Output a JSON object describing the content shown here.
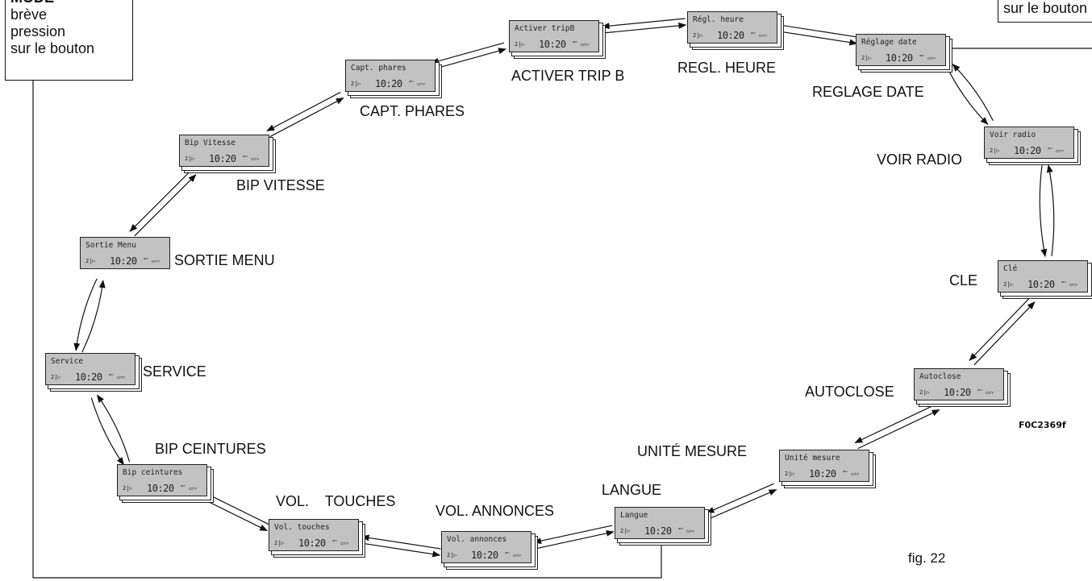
{
  "mode_box": {
    "heading": "MODE",
    "lines": [
      "brève",
      "pression",
      "sur le bouton"
    ]
  },
  "mode_box_right": {
    "line": "sur le bouton"
  },
  "screens": {
    "regl_heure": {
      "text": "Régl. heure",
      "label": "REGL. HEURE"
    },
    "reglage_date": {
      "text": "Réglage date",
      "label": "REGLAGE DATE"
    },
    "voir_radio": {
      "text": "Voir radio",
      "label": "VOIR RADIO"
    },
    "cle": {
      "text": "Clé",
      "label": "CLE"
    },
    "autoclose": {
      "text": "Autoclose",
      "label": "AUTOCLOSE"
    },
    "unite_mesure": {
      "text": "Unité mesure",
      "label": "UNITÉ MESURE"
    },
    "langue": {
      "text": "Langue",
      "label": "LANGUE"
    },
    "vol_annonces": {
      "text": "Vol. annonces",
      "label": "VOL. ANNONCES"
    },
    "vol_touches": {
      "text": "Vol. touches",
      "label": "VOL.    TOUCHES"
    },
    "bip_ceintures": {
      "text": "Bip ceintures",
      "label": "BIP CEINTURES"
    },
    "service": {
      "text": "Service",
      "label": "SERVICE"
    },
    "sortie_menu": {
      "text": "Sortie Menu",
      "label": "SORTIE MENU"
    },
    "bip_vitesse": {
      "text": "Bip Vitesse",
      "label": "BIP VITESSE"
    },
    "capt_phares": {
      "text": "Capt. phares",
      "label": "CAPT. PHARES"
    },
    "activer_trip_b": {
      "text": "Activer tripB",
      "label": "ACTIVER TRIP B"
    }
  },
  "display": {
    "clock": "10:20",
    "ampm": "am",
    "city": "CITY",
    "indicator": "2|▷"
  },
  "figure_code": "F0C2369f",
  "figure_caption": "fig. 22"
}
